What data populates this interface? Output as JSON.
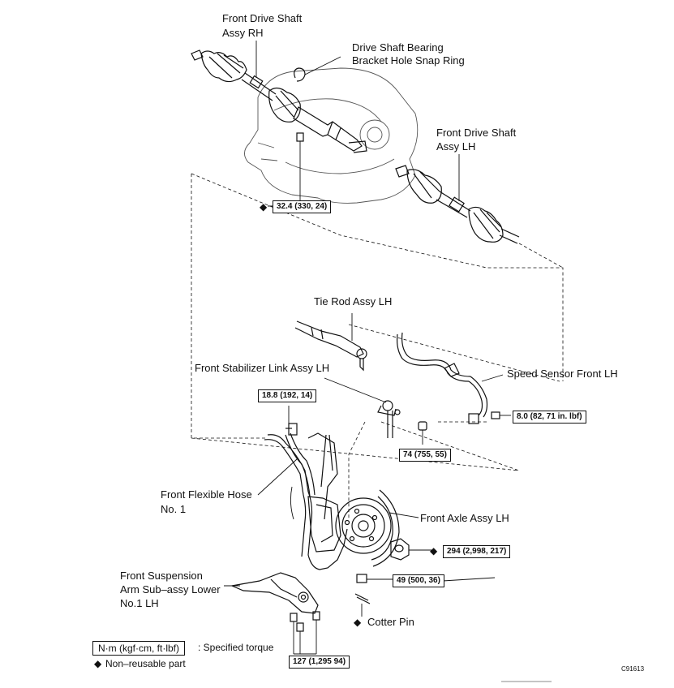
{
  "labels": {
    "drive_shaft_rh_1": "Front Drive Shaft",
    "drive_shaft_rh_2": "Assy RH",
    "snap_ring_1": "Drive Shaft Bearing",
    "snap_ring_2": "Bracket Hole Snap Ring",
    "drive_shaft_lh_1": "Front Drive Shaft",
    "drive_shaft_lh_2": "Assy LH",
    "tie_rod": "Tie Rod Assy LH",
    "stabilizer_link": "Front Stabilizer Link Assy LH",
    "speed_sensor": "Speed Sensor Front LH",
    "flex_hose_1": "Front Flexible Hose",
    "flex_hose_2": "No. 1",
    "axle_assy": "Front Axle Assy LH",
    "susp_arm_1": "Front Suspension",
    "susp_arm_2": "Arm Sub–assy Lower",
    "susp_arm_3": "No.1 LH",
    "cotter_pin": "Cotter Pin"
  },
  "torques": {
    "bracket_bolt": "32.4 (330, 24)",
    "stabilizer_bolt": "18.8 (192, 14)",
    "sensor_bolt": "8.0 (82, 71 in. lbf)",
    "stabilizer_nut": "74 (755, 55)",
    "axle_nut": "294 (2,998, 217)",
    "tie_rod_nut": "49 (500, 36)",
    "arm_bolts": "127 (1,295 94)"
  },
  "symbols": {
    "non_reusable": "◆"
  },
  "legend": {
    "unit": "N·m (kgf·cm, ft·lbf)",
    "unit_desc": ": Specified torque",
    "non_reusable_desc": "Non–reusable part"
  },
  "figure_id": "C91613"
}
